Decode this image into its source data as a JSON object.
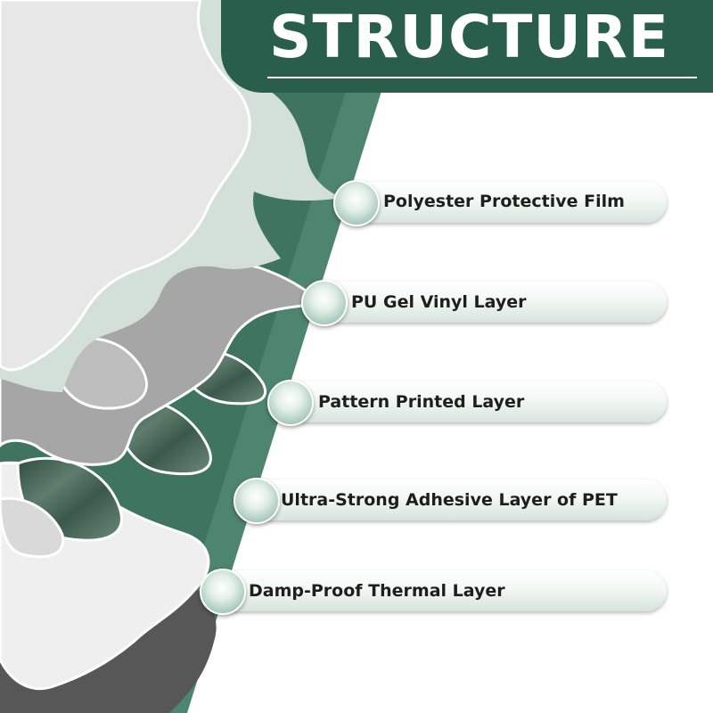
{
  "title": "STRUCTURE",
  "layers": [
    {
      "label": "Polyester Protective Film"
    },
    {
      "label": "PU Gel Vinyl Layer"
    },
    {
      "label": "Pattern Printed Layer"
    },
    {
      "label": "Ultra-Strong Adhesive Layer of PET"
    },
    {
      "label": "Damp-Proof Thermal Layer"
    }
  ],
  "colors": {
    "brand_green": "#2a5e4c",
    "mid_green": "#4d8570",
    "marble_green": "#3d5e4e",
    "pill": "#f3f7f5"
  }
}
